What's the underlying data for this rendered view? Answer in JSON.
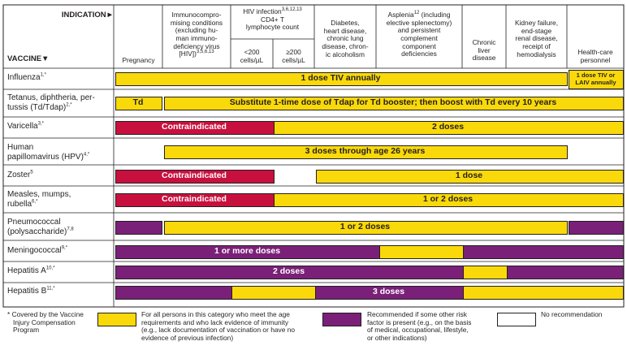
{
  "colors": {
    "yellow": "#fad90a",
    "purple": "#7b2079",
    "red": "#c8103e",
    "border": "#231f20"
  },
  "header": {
    "indication": "INDICATION►",
    "vaccine": "VACCINE▼",
    "pregnancy": "Pregnancy",
    "immuno_a": "Immunocompro-",
    "immuno_b": "mising conditions",
    "immuno_c": "(excluding hu-",
    "immuno_d": "man immuno-",
    "immuno_e": "deficiency virus",
    "immuno_f": "[HIV])",
    "immuno_sup": "3,5,6,13",
    "hiv_a": "HIV infection",
    "hiv_sup": "3,6,12,13",
    "hiv_b": "CD4+ T",
    "hiv_c": "lymphocyte count",
    "lt200_a": "<200",
    "lt200_b": "cells/µL",
    "ge200_a": "≥200",
    "ge200_b": "cells/µL",
    "diab_a": "Diabetes,",
    "diab_b": "heart disease,",
    "diab_c": "chronic lung",
    "diab_d": "disease, chron-",
    "diab_e": "ic alcoholism",
    "asp_a": "Asplenia",
    "asp_sup": "12",
    "asp_a2": " (including",
    "asp_b": "elective splenectomy)",
    "asp_c": "and persistent",
    "asp_d": "complement",
    "asp_e": "component",
    "asp_f": "deficiencies",
    "liver_a": "Chronic",
    "liver_b": "liver",
    "liver_c": "disease",
    "kid_a": "Kidney failure,",
    "kid_b": "end-stage",
    "kid_c": "renal disease,",
    "kid_d": "receipt of",
    "kid_e": "hemodialysis",
    "hc_a": "Health-care",
    "hc_b": "personnel"
  },
  "vaccines": [
    {
      "l1": "Influenza",
      "sup": "1,*",
      "l2": "",
      "sup2": ""
    },
    {
      "l1": "Tetanus, diphtheria, per-",
      "sup": "",
      "l2": "tussis (Td/Tdap)",
      "sup2": "2,*"
    },
    {
      "l1": "Varicella",
      "sup": "3,*",
      "l2": "",
      "sup2": ""
    },
    {
      "l1": "Human",
      "sup": "",
      "l2": "papillomavirus (HPV)",
      "sup2": "4,*"
    },
    {
      "l1": "Zoster",
      "sup": "5",
      "l2": "",
      "sup2": ""
    },
    {
      "l1": "Measles, mumps,",
      "sup": "",
      "l2": "rubella",
      "sup2": "6,*"
    },
    {
      "l1": "Pneumococcal",
      "sup": "",
      "l2": "(polysaccharide)",
      "sup2": "7,8"
    },
    {
      "l1": "Meningococcal",
      "sup": "9,*",
      "l2": "",
      "sup2": ""
    },
    {
      "l1": "Hepatitis A",
      "sup": "10,*",
      "l2": "",
      "sup2": ""
    },
    {
      "l1": "Hepatitis B",
      "sup": "11,*",
      "l2": "",
      "sup2": ""
    }
  ],
  "bar_labels": {
    "flu_main": "1 dose TIV annually",
    "flu_hc_a": "1 dose TIV or",
    "flu_hc_b": "LAIV annually",
    "td": "Td",
    "tdap": "Substitute 1-time dose of Tdap for Td booster; then boost with Td every 10 years",
    "var_contra": "Contraindicated",
    "var_doses": "2 doses",
    "hpv": "3 doses through age 26 years",
    "zos_contra": "Contraindicated",
    "zos_dose": "1 dose",
    "mmr_contra": "Contraindicated",
    "mmr_doses": "1 or 2 doses",
    "pneumo": "1 or 2 doses",
    "mening": "1 or more doses",
    "hepa": "2 doses",
    "hepb": "3 doses"
  },
  "legend": {
    "footnote_a": "* Covered by the Vaccine",
    "footnote_b": "Injury Compensation",
    "footnote_c": "Program",
    "yellow_a": "For all persons in this category who meet the age",
    "yellow_b": "requirements and who lack evidence of immunity",
    "yellow_c": "(e.g., lack documentation of vaccination or have no",
    "yellow_d": "evidence of previous infection)",
    "purple_a": "Recommended if some other risk",
    "purple_b": "factor is present (e.g., on the basis",
    "purple_c": "of medical, occupational, lifestyle,",
    "purple_d": "or other indications)",
    "white_a": "No recommendation"
  }
}
